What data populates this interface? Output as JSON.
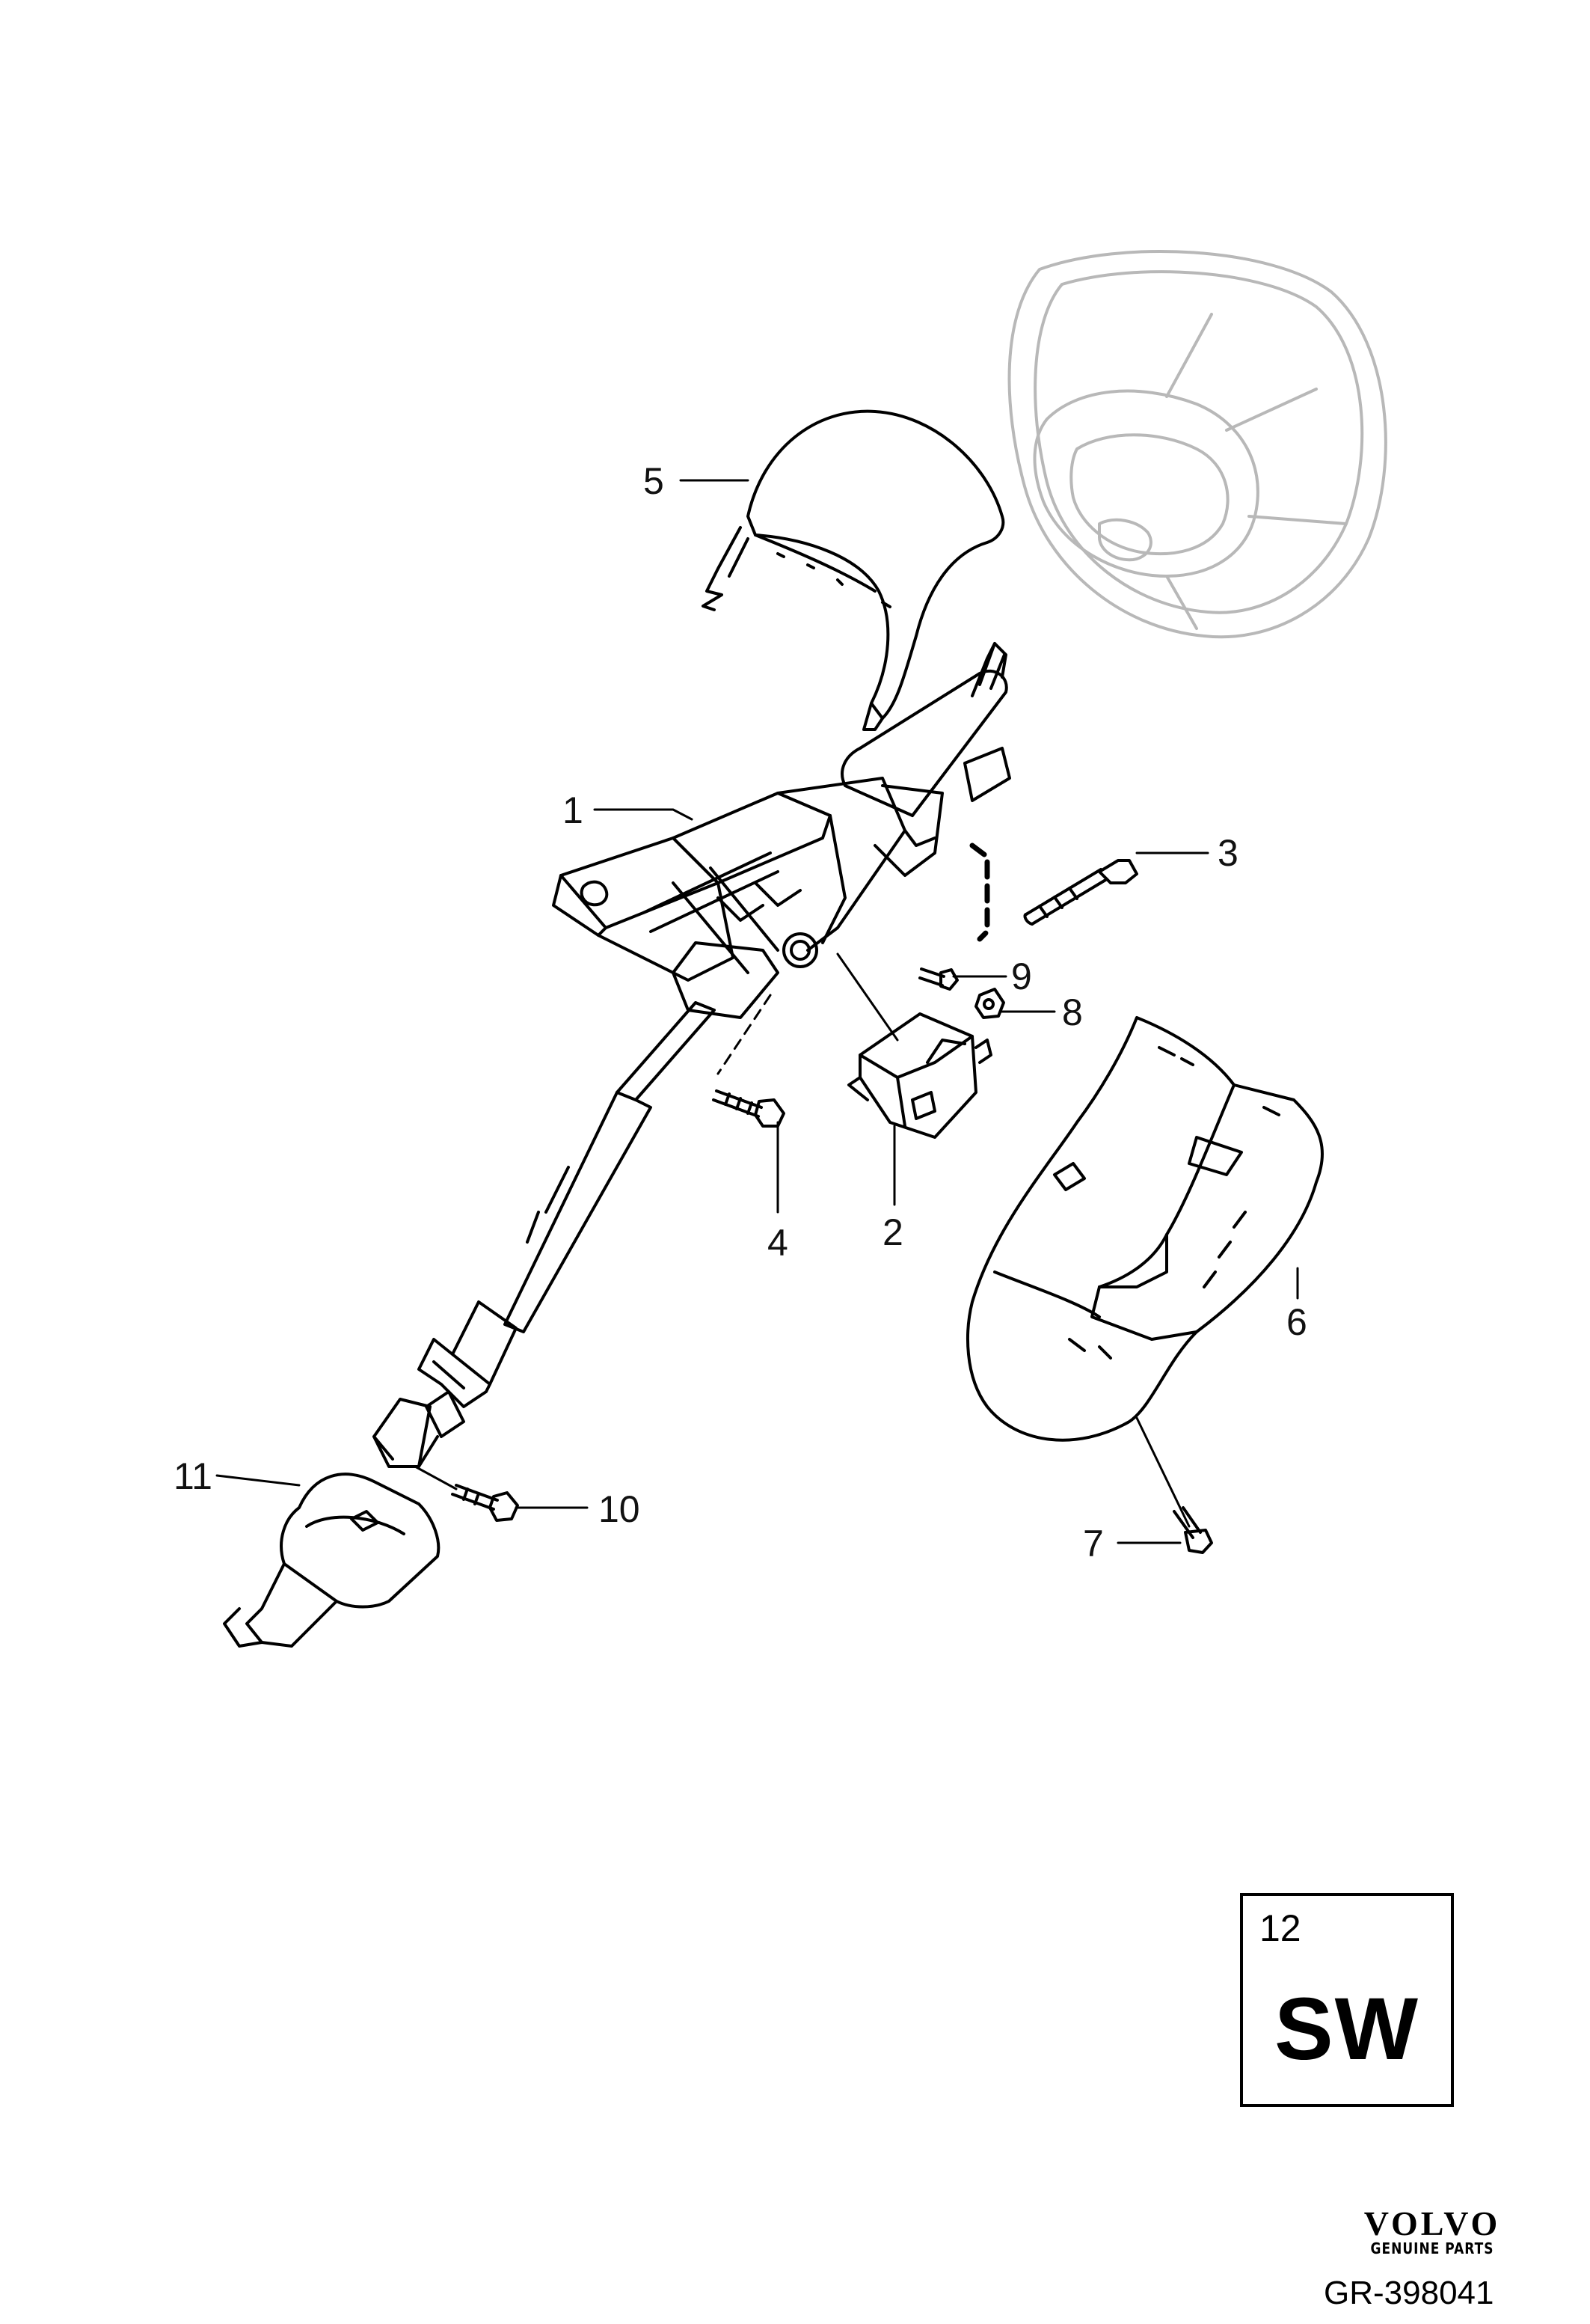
{
  "callouts": [
    {
      "id": "callout-1",
      "label": "1"
    },
    {
      "id": "callout-2",
      "label": "2"
    },
    {
      "id": "callout-3",
      "label": "3"
    },
    {
      "id": "callout-4",
      "label": "4"
    },
    {
      "id": "callout-5",
      "label": "5"
    },
    {
      "id": "callout-6",
      "label": "6"
    },
    {
      "id": "callout-7",
      "label": "7"
    },
    {
      "id": "callout-8",
      "label": "8"
    },
    {
      "id": "callout-9",
      "label": "9"
    },
    {
      "id": "callout-10",
      "label": "10"
    },
    {
      "id": "callout-11",
      "label": "11"
    }
  ],
  "group_box": {
    "number": "12",
    "code": "SW"
  },
  "brand": {
    "name": "VOLVO",
    "tagline": "GENUINE PARTS"
  },
  "figure_id": "GR-398041",
  "colors": {
    "line": "#000000",
    "ghost_line": "#b8b8b8",
    "background": "#ffffff"
  }
}
